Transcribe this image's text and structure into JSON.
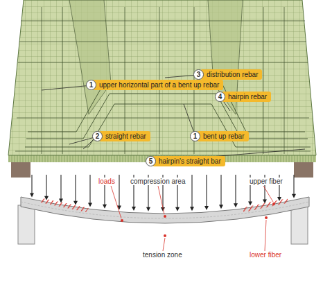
{
  "diagram": {
    "nodes": [
      {
        "text": [
          "3",
          "distribution rebar"
        ]
      },
      {
        "text": [
          "1",
          "upper horizontal part of a bent up rebar"
        ]
      },
      {
        "text": [
          "4",
          "hairpin rebar"
        ]
      },
      {
        "text": [
          "2",
          "straight rebar"
        ]
      },
      {
        "text": [
          "1",
          "bent up rebar"
        ]
      },
      {
        "text": [
          "5",
          "hairpin's straight bar"
        ]
      }
    ],
    "labels": [
      "loads",
      "compression area",
      "upper fiber",
      "tension zone",
      "lower fiber"
    ]
  }
}
